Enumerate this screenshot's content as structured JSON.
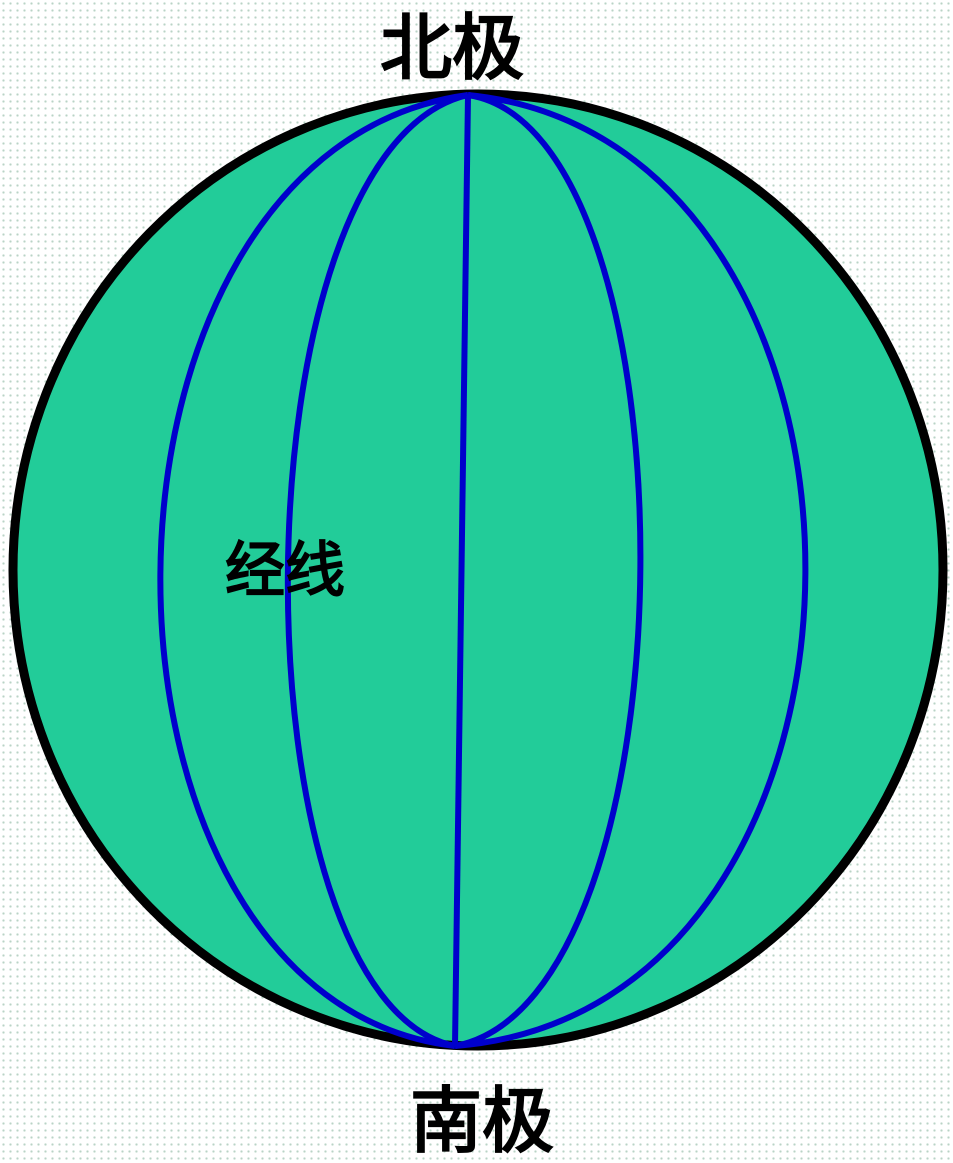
{
  "labels": {
    "north_pole": "北极",
    "south_pole": "南极",
    "meridian": "经线"
  },
  "colors": {
    "globe_fill": "#22cc99",
    "globe_outline": "#000000",
    "meridian_lines": "#0000cc",
    "background": "#ffffff"
  }
}
